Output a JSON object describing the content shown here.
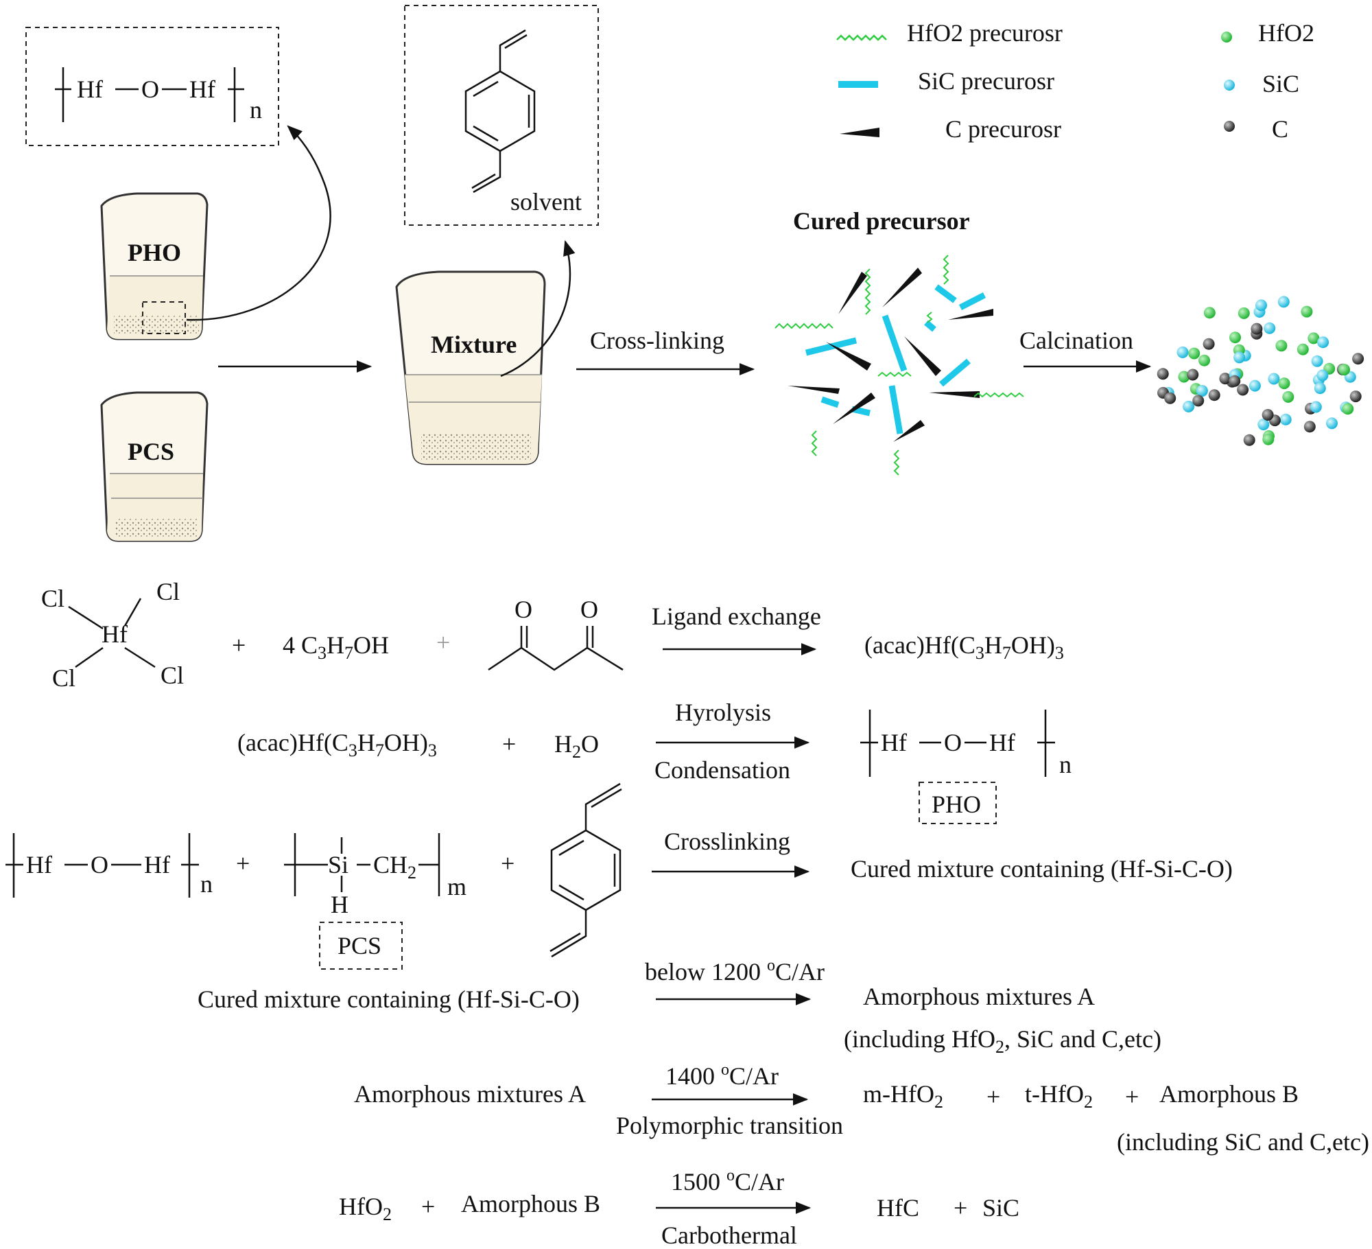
{
  "legend": {
    "hfo2_precursor": "HfO2 precurosr",
    "sic_precursor": "SiC precurosr",
    "c_precursor": "C precurosr",
    "hfo2": "HfO2",
    "sic": "SiC",
    "c": "C",
    "colors": {
      "hfo2": "#2ecc40",
      "sic": "#1ec8e8",
      "c": "#3a3a3a"
    }
  },
  "top": {
    "pho_beaker": "PHO",
    "pcs_beaker": "PCS",
    "mixture_beaker": "Mixture",
    "solvent": "solvent",
    "cross_linking": "Cross-linking",
    "cured_precursor": "Cured precursor",
    "calcination": "Calcination",
    "polymer_n": "n"
  },
  "reactions": {
    "r1": {
      "cl": "Cl",
      "hf": "Hf",
      "plus": "+",
      "propanol": "4 C3H7OH",
      "o": "O",
      "condition": "Ligand exchange",
      "product": "(acac)Hf(C3H7OH)3"
    },
    "r2": {
      "reactant": "(acac)Hf(C3H7OH)3",
      "water": "H2O",
      "condition_top": "Hyrolysis",
      "condition_bottom": "Condensation",
      "product_label": "PHO",
      "n": "n"
    },
    "r3": {
      "si": "Si",
      "ch2": "CH2",
      "h": "H",
      "m": "m",
      "n": "n",
      "pcs_label": "PCS",
      "condition": "Crosslinking",
      "product": "Cured mixture containing (Hf-Si-C-O)"
    },
    "r4": {
      "reactant": "Cured mixture containing (Hf-Si-C-O)",
      "condition": "below 1200 °C/Ar",
      "product": "Amorphous mixtures A",
      "note": "(including HfO2, SiC and C,etc)"
    },
    "r5": {
      "reactant": "Amorphous mixtures A",
      "condition_top": "1400 °C/Ar",
      "condition_bottom": "Polymorphic transition",
      "p1": "m-HfO2",
      "p2": "t-HfO2",
      "p3": "Amorphous B",
      "note": "(including SiC and C,etc)"
    },
    "r6": {
      "reactant1": "HfO2",
      "reactant2": "Amorphous B",
      "condition_top": "1500 °C/Ar",
      "condition_bottom": "Carbothermal",
      "p1": "HfC",
      "p2": "SiC"
    }
  }
}
